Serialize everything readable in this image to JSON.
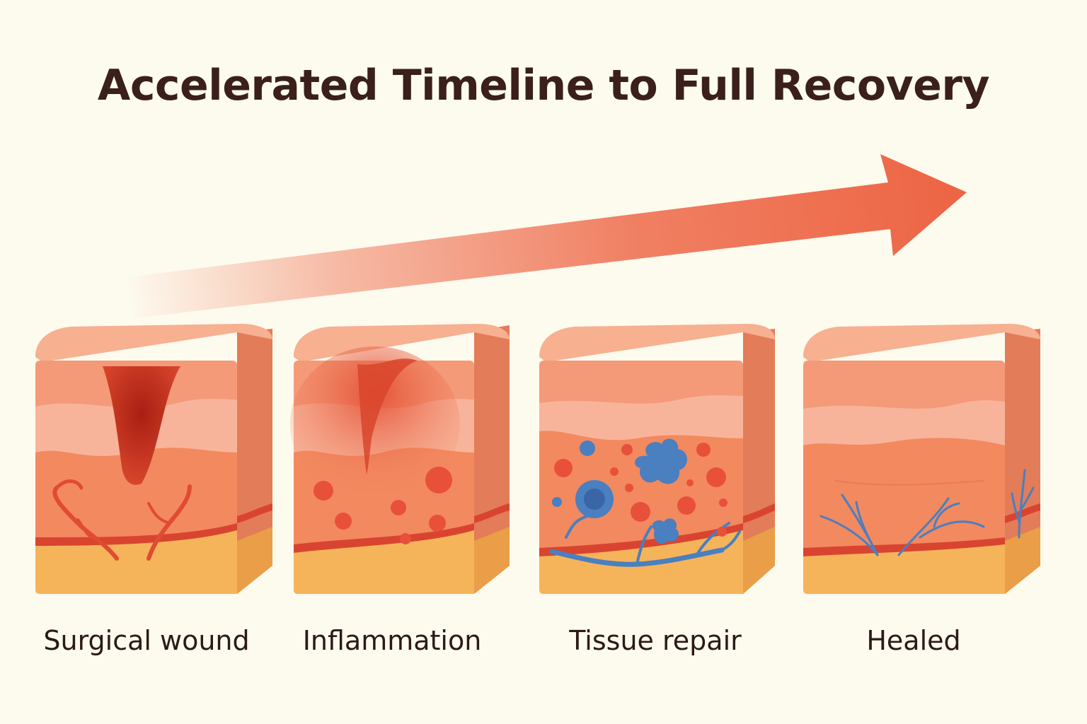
{
  "title": "Accelerated Timeline to Full Recovery",
  "stages": [
    {
      "label": "Surgical wound"
    },
    {
      "label": "Inflammation"
    },
    {
      "label": "Tissue repair"
    },
    {
      "label": "Healed"
    }
  ],
  "colors": {
    "background": "#fdfaee",
    "arrow": "#ee6a4a",
    "epidermis": "#f6a07f",
    "dermis": "#f08a65",
    "fat": "#f7b55c",
    "blood_vessel": "#e14a33",
    "wound": "#b8291a",
    "immune_cell": "#e8503a",
    "repair_cell": "#4a7fc0"
  }
}
